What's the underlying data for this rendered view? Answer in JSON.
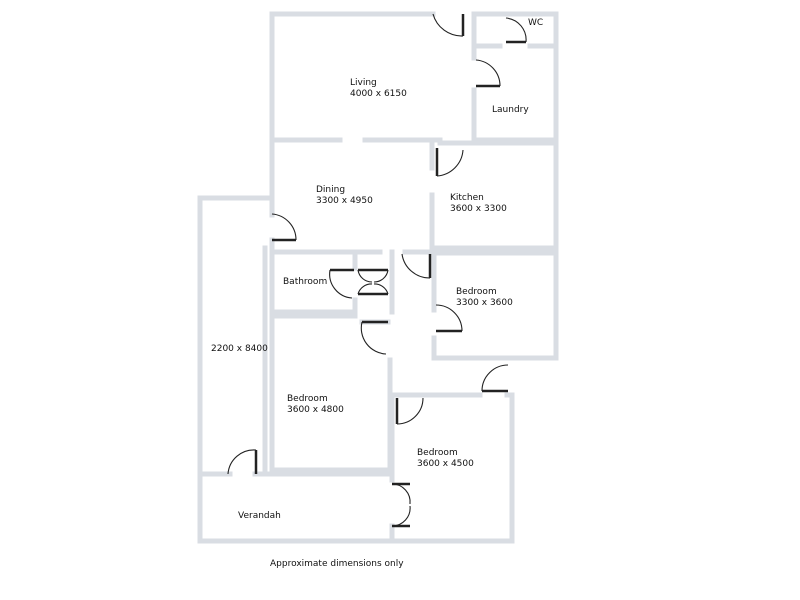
{
  "rooms": {
    "living": {
      "name": "Living",
      "dims": "4000 x 6150"
    },
    "wc": {
      "name": "WC"
    },
    "laundry": {
      "name": "Laundry"
    },
    "dining": {
      "name": "Dining",
      "dims": "3300 x 4950"
    },
    "kitchen": {
      "name": "Kitchen",
      "dims": "3600 x 3300"
    },
    "bathroom": {
      "name": "Bathroom"
    },
    "bedroom_right": {
      "name": "Bedroom",
      "dims": "3300 x 3600"
    },
    "bedroom_left": {
      "name": "Bedroom",
      "dims": "3600 x 4800"
    },
    "bedroom_bottom": {
      "name": "Bedroom",
      "dims": "3600 x 4500"
    },
    "side_area": {
      "dims": "2200 x 8400"
    },
    "verandah": {
      "name": "Verandah"
    }
  },
  "footnote": "Approximate dimensions only",
  "colors": {
    "wall": "#d9dde3",
    "door": "#222222",
    "text": "#111111",
    "background": "#ffffff"
  }
}
